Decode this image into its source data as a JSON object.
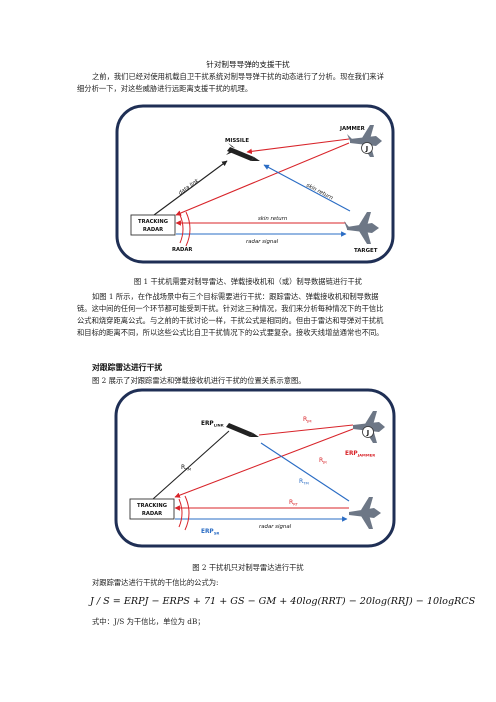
{
  "doc": {
    "title": "针对制导导弹的支援干扰",
    "intro_line1": "之前，我们已经对使用机载自卫干扰系统对制导导弹干扰的动态进行了分析。现在我们来详",
    "intro_line2": "细分析一下，对这些威胁进行远距离支援干扰的机理。",
    "fig1_caption": "图 1 干扰机需要对制导雷达、弹载接收机和（或）制导数据链进行干扰",
    "para2_line1": "如图 1 所示，在作战场景中有三个目标需要进行干扰：跟踪雷达、弹载接收机和制导数据",
    "para2_line2": "链。这中间的任何一个环节都可能受到干扰。针对这三种情况，我们来分析每种情况下的干信比",
    "para2_line3": "公式和烧穿距离公式。与之前的干扰讨论一样，干扰公式是相同的。但由于雷达和导弹对干扰机",
    "para2_line4": "和目标的距离不同，所以这些公式比自卫干扰情况下的公式要复杂。接收天线增益通常也不同。",
    "section_heading": "对跟踪雷达进行干扰",
    "para3": "图 2 展示了对跟踪雷达和弹载接收机进行干扰的位置关系示意图。",
    "fig2_caption": "图 2 干扰机只对制导雷达进行干扰",
    "para4": "对跟踪雷达进行干扰的干信比的公式为:",
    "formula": "J / S = ERPJ − ERPS + 71 + GS − GM + 40log(RRT) − 20log(RRJ) − 10logRCS",
    "where_line": "式中：J/S 为干信比，单位为 dB；"
  },
  "fig1": {
    "missile": "MISSILE",
    "jammer": "JAMMER",
    "jammer_badge": "J",
    "data_link": "data link",
    "skin_return_diag": "skin return",
    "skin_return": "skin return",
    "radar_signal": "radar signal",
    "tracking_radar_1": "TRACKING",
    "tracking_radar_2": "RADAR",
    "radar": "RADAR",
    "target": "TARGET"
  },
  "fig2": {
    "rjm": "R",
    "rjm_sub": "JM",
    "jammer_badge": "J",
    "erp_link": "ERP",
    "erp_link_sub": "LINK",
    "rjr": "R",
    "rjr_sub": "JR",
    "erp_jammer": "ERP",
    "erp_jammer_sub": "JAMMER",
    "rrm": "R",
    "rrm_sub": "RM",
    "rtm": "R",
    "rtm_sub": "TM",
    "rrt": "R",
    "rrt_sub": "RT",
    "tracking_radar_1": "TRACKING",
    "tracking_radar_2": "RADAR",
    "radar_signal": "radar signal",
    "erp_sr": "ERP",
    "erp_sr_sub": "SR"
  },
  "colors": {
    "red": "#d8242a",
    "blue": "#2a6cc4",
    "plane": "#6d7786",
    "frame": "#1f2f55"
  }
}
